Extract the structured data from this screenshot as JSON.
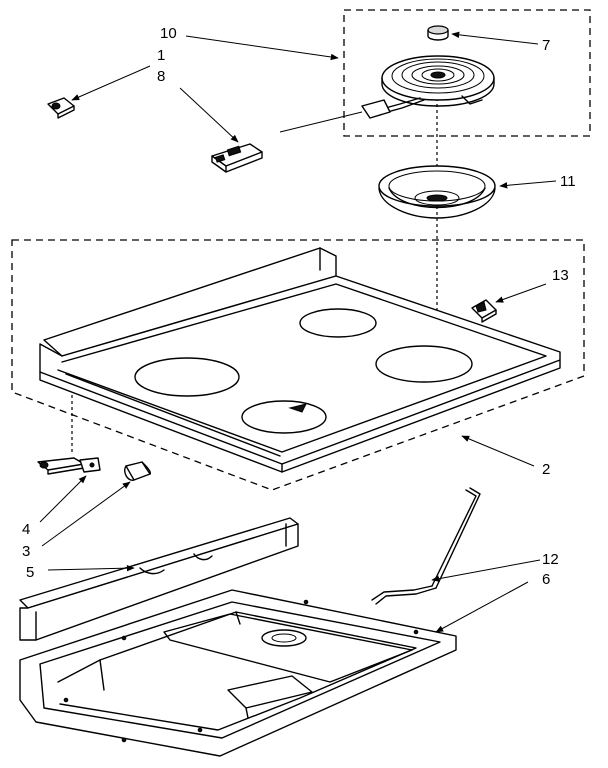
{
  "callouts": {
    "c10": "10",
    "c1": "1",
    "c8": "8",
    "c7": "7",
    "c11": "11",
    "c13": "13",
    "c2": "2",
    "c4": "4",
    "c3": "3",
    "c5": "5",
    "c12": "12",
    "c6": "6"
  }
}
